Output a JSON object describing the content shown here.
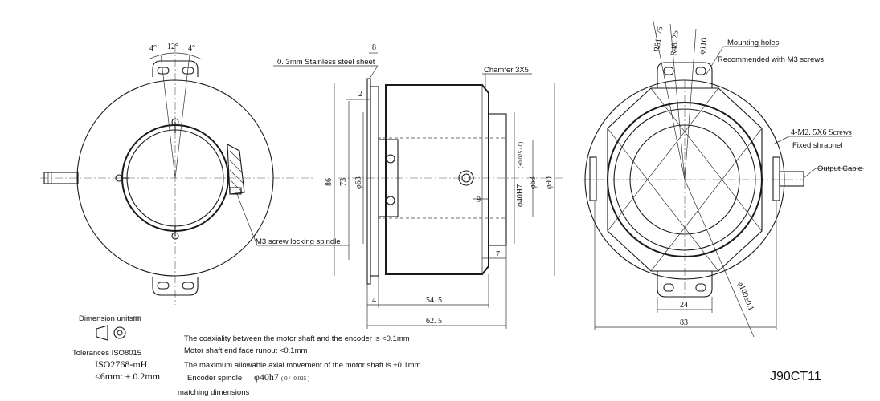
{
  "model": "J90CT11",
  "annotations": {
    "stainless_sheet": "0. 3mm Stainless steel sheet",
    "chamfer": "Chamfer 3X5",
    "m3_spindle": "M3 screw locking spindle",
    "mounting_holes": "Mounting holes",
    "recommended_screws": "Recommended with M3 screws",
    "m25_screws": "4-M2. 5X6 Screws",
    "fixed_shrapnel": "Fixed shrapnel",
    "output_cable": "Output Cable"
  },
  "dims": {
    "angle_4a": "4°",
    "angle_12": "12°",
    "angle_4b": "4°",
    "d8": "8",
    "d2": "2",
    "d86": "86",
    "d73": "73",
    "phi63": "φ63",
    "phi40h7": "φ40H7",
    "phi40h7_tol": "(+0.025 / 0)",
    "phi63b": "φ63",
    "phi90": "φ90",
    "d9": "9",
    "d7": "7",
    "d4": "4",
    "d54_5": "54. 5",
    "d62_5": "62. 5",
    "r51_75": "R51. 75",
    "r48_25": "R48. 25",
    "phi110": "φ110",
    "phi100": "φ100±0.1",
    "d24": "24",
    "d83": "83"
  },
  "legend": {
    "dimension_units": "Dimension units㎜",
    "tolerances": "Tolerances ISO8015",
    "iso2768": "ISO2768-mH",
    "lt6": "<6mm: ± 0.2mm"
  },
  "notes": {
    "line1": "The coaxiality between the motor shaft and the encoder is <0.1mm",
    "line2": "Motor shaft end face runout <0.1mm",
    "line3": "The maximum allowable axial movement of the motor shaft is ±0.1mm",
    "line4_label": "Encoder spindle",
    "line4_value": "φ40h7",
    "line4_tol": "( 0 / -0.025 )",
    "line5": "matching dimensions"
  }
}
